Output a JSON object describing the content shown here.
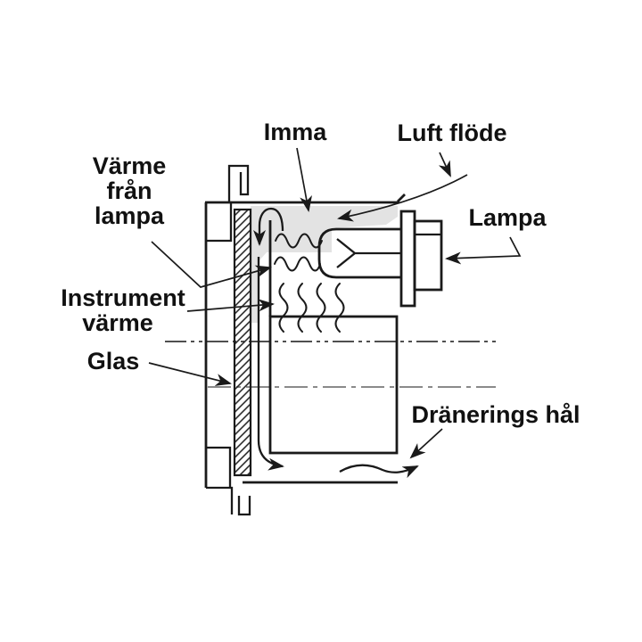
{
  "figure": {
    "description": "Cross-section diagram of a panel-mounted instrument gauge showing condensation, lamp heat, airflow and drainage hole",
    "background_color": "#ffffff",
    "outline_color": "#1a1a1a",
    "centerline_color": "#5a5a5a",
    "condensation_fill": "#e3e3e3"
  },
  "labels": {
    "imma": "Imma",
    "luft_flode": "Luft flöde",
    "lampa": "Lampa",
    "varme_fran_lampa": {
      "line1": "Värme",
      "line2": "från",
      "line3": "lampa"
    },
    "instrument_varme": {
      "line1": "Instrument",
      "line2": "värme"
    },
    "glas": "Glas",
    "dranerings_hal": "Dränerings hål"
  }
}
